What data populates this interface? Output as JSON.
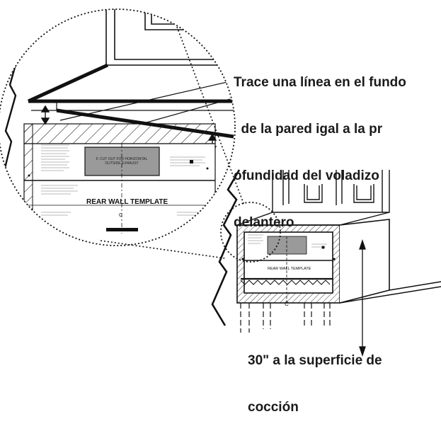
{
  "callout_top": {
    "line1": "Trace una línea en el fundo",
    "line2": "  de la pared igal a la pr",
    "line3": "ofundidad del voladizo",
    "line4": "delantero"
  },
  "callout_bottom": {
    "line1": "30\" a la superficie de",
    "line2": "cocción"
  },
  "template": {
    "title_large": "REAR WALL TEMPLATE",
    "title_small": "REAR WALL TEMPLATE",
    "window_text_line1": "F. CUT OUT FOR HORIZONTAL",
    "window_text_line2": "OUTSIDE EXHAUST",
    "centerline_mark": "C"
  }
}
